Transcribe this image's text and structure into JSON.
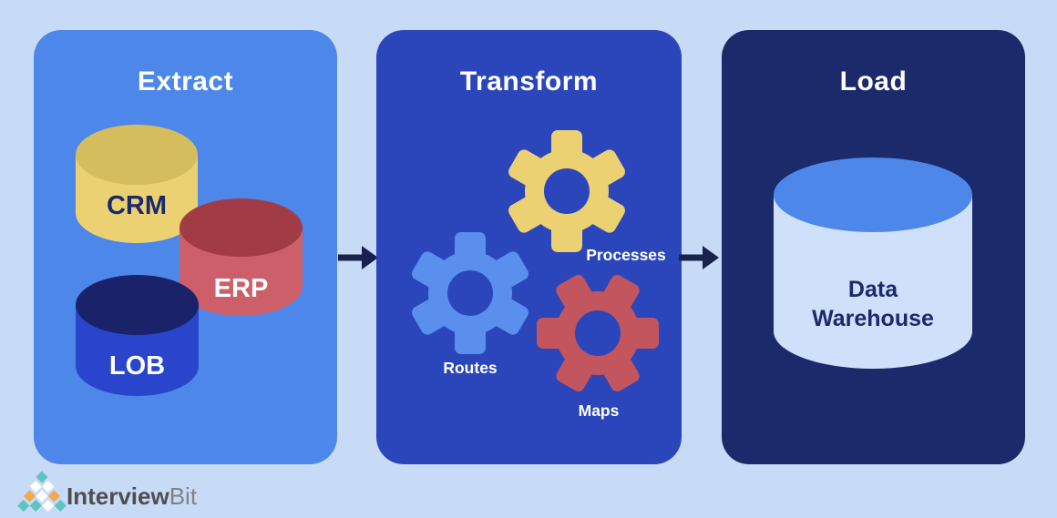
{
  "colors": {
    "background": "#c8dbf6",
    "arrow": "#17224d"
  },
  "stages": [
    {
      "title": "Extract",
      "panel_color": "#4d87ea",
      "sources": [
        {
          "label": "CRM",
          "icon": "database-cylinder-icon",
          "body_color": "#ecd172",
          "top_color": "#d5bc5e",
          "label_color": "#1b2a6b"
        },
        {
          "label": "ERP",
          "icon": "database-cylinder-icon",
          "body_color": "#cd5f6a",
          "top_color": "#a13c47",
          "label_color": "#ffffff"
        },
        {
          "label": "LOB",
          "icon": "database-cylinder-icon",
          "body_color": "#2945cb",
          "top_color": "#1a2369",
          "label_color": "#ffffff"
        }
      ]
    },
    {
      "title": "Transform",
      "panel_color": "#2b46ba",
      "operations": [
        {
          "label": "Processes",
          "icon": "gear-icon",
          "color": "#ecd173"
        },
        {
          "label": "Routes",
          "icon": "gear-icon",
          "color": "#5a8fee"
        },
        {
          "label": "Maps",
          "icon": "gear-icon",
          "color": "#c2555e"
        }
      ]
    },
    {
      "title": "Load",
      "panel_color": "#1b2a6b",
      "target": {
        "label_line1": "Data",
        "label_line2": "Warehouse",
        "icon": "database-cylinder-icon",
        "body_color": "#cfe0fa",
        "top_color": "#4d87ea",
        "label_color": "#1b2a6b"
      }
    }
  ],
  "logo": {
    "brand_part1": "Interview",
    "brand_part2": "Bit",
    "part1_color": "#4e4e50",
    "part2_color": "#828286",
    "diamond_colors": [
      "#5ec4c0",
      "#ffffff",
      "#ffffff",
      "#f0a94f",
      "#ffffff",
      "#f0a94f",
      "#5ec4c0",
      "#5ec4c0",
      "#ffffff",
      "#5ec4c0"
    ]
  }
}
